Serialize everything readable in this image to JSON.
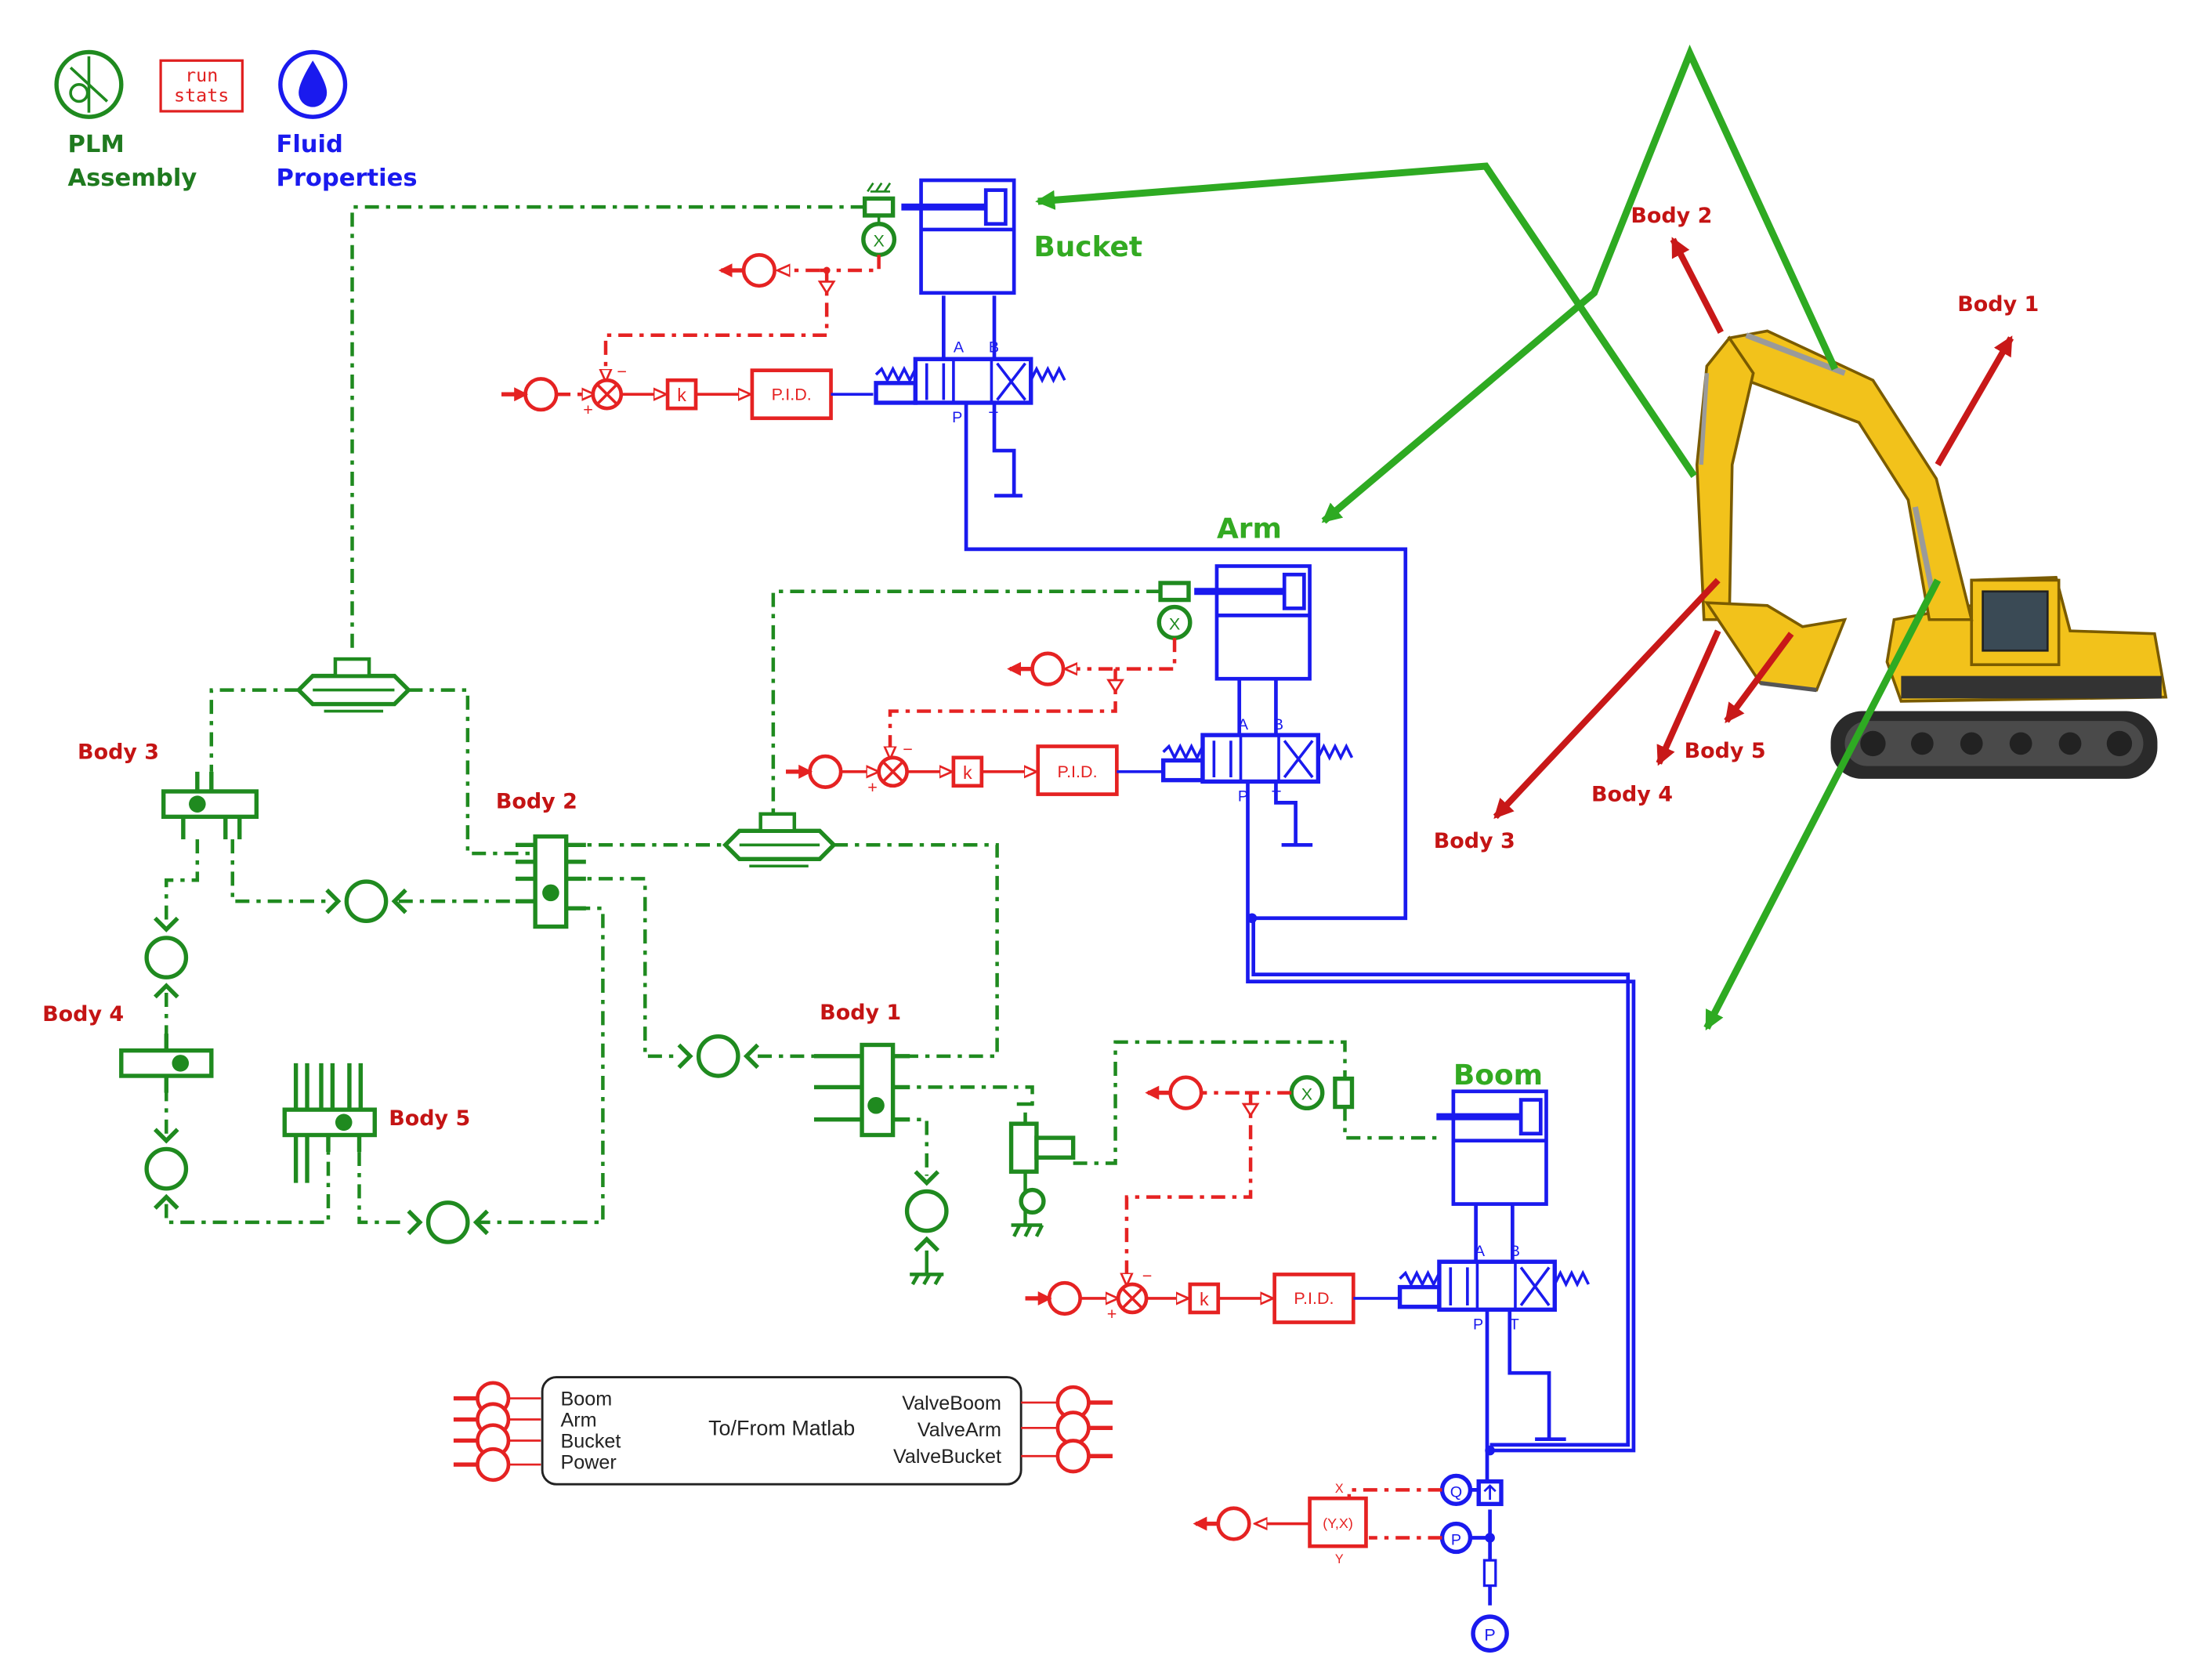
{
  "toolbar": {
    "plm_assembly_label_line1": "PLM",
    "plm_assembly_label_line2": "Assembly",
    "run_stats_line1": "run",
    "run_stats_line2": "stats",
    "fluid_properties_label_line1": "Fluid",
    "fluid_properties_label_line2": "Properties"
  },
  "actuators": {
    "bucket": "Bucket",
    "arm": "Arm",
    "boom": "Boom"
  },
  "controls": {
    "gain_label": "k",
    "pid_label": "P.I.D.",
    "sum_plus": "+",
    "sum_minus": "−",
    "port_a": "A",
    "port_b": "B",
    "port_p": "P",
    "port_t": "T",
    "sensor_x": "X",
    "sensor_q": "Q",
    "sensor_p": "P",
    "pump_p": "P",
    "product_label": "(Y,X)",
    "product_x": "X",
    "product_y": "Y"
  },
  "bodies": {
    "body1": "Body 1",
    "body2": "Body 2",
    "body3": "Body 3",
    "body4": "Body 4",
    "body5": "Body 5"
  },
  "excavator_bodies": {
    "body1": "Body 1",
    "body2": "Body 2",
    "body3": "Body 3",
    "body4": "Body 4",
    "body5": "Body 5"
  },
  "matlab_block": {
    "title": "To/From Matlab",
    "inputs": [
      "Boom",
      "Arm",
      "Bucket",
      "Power"
    ],
    "outputs": [
      "ValveBoom",
      "ValveArm",
      "ValveBucket"
    ]
  },
  "colors": {
    "hydraulic": "#1a1aee",
    "signal": "#e52222",
    "mechanical": "#1f8a1f",
    "link_arrow": "#2eaa22",
    "body_label": "#c41414",
    "excavator_yellow": "#f2c21b"
  },
  "icons": [
    "plm-assembly-icon",
    "run-stats-icon",
    "fluid-properties-icon",
    "excavator-image"
  ]
}
